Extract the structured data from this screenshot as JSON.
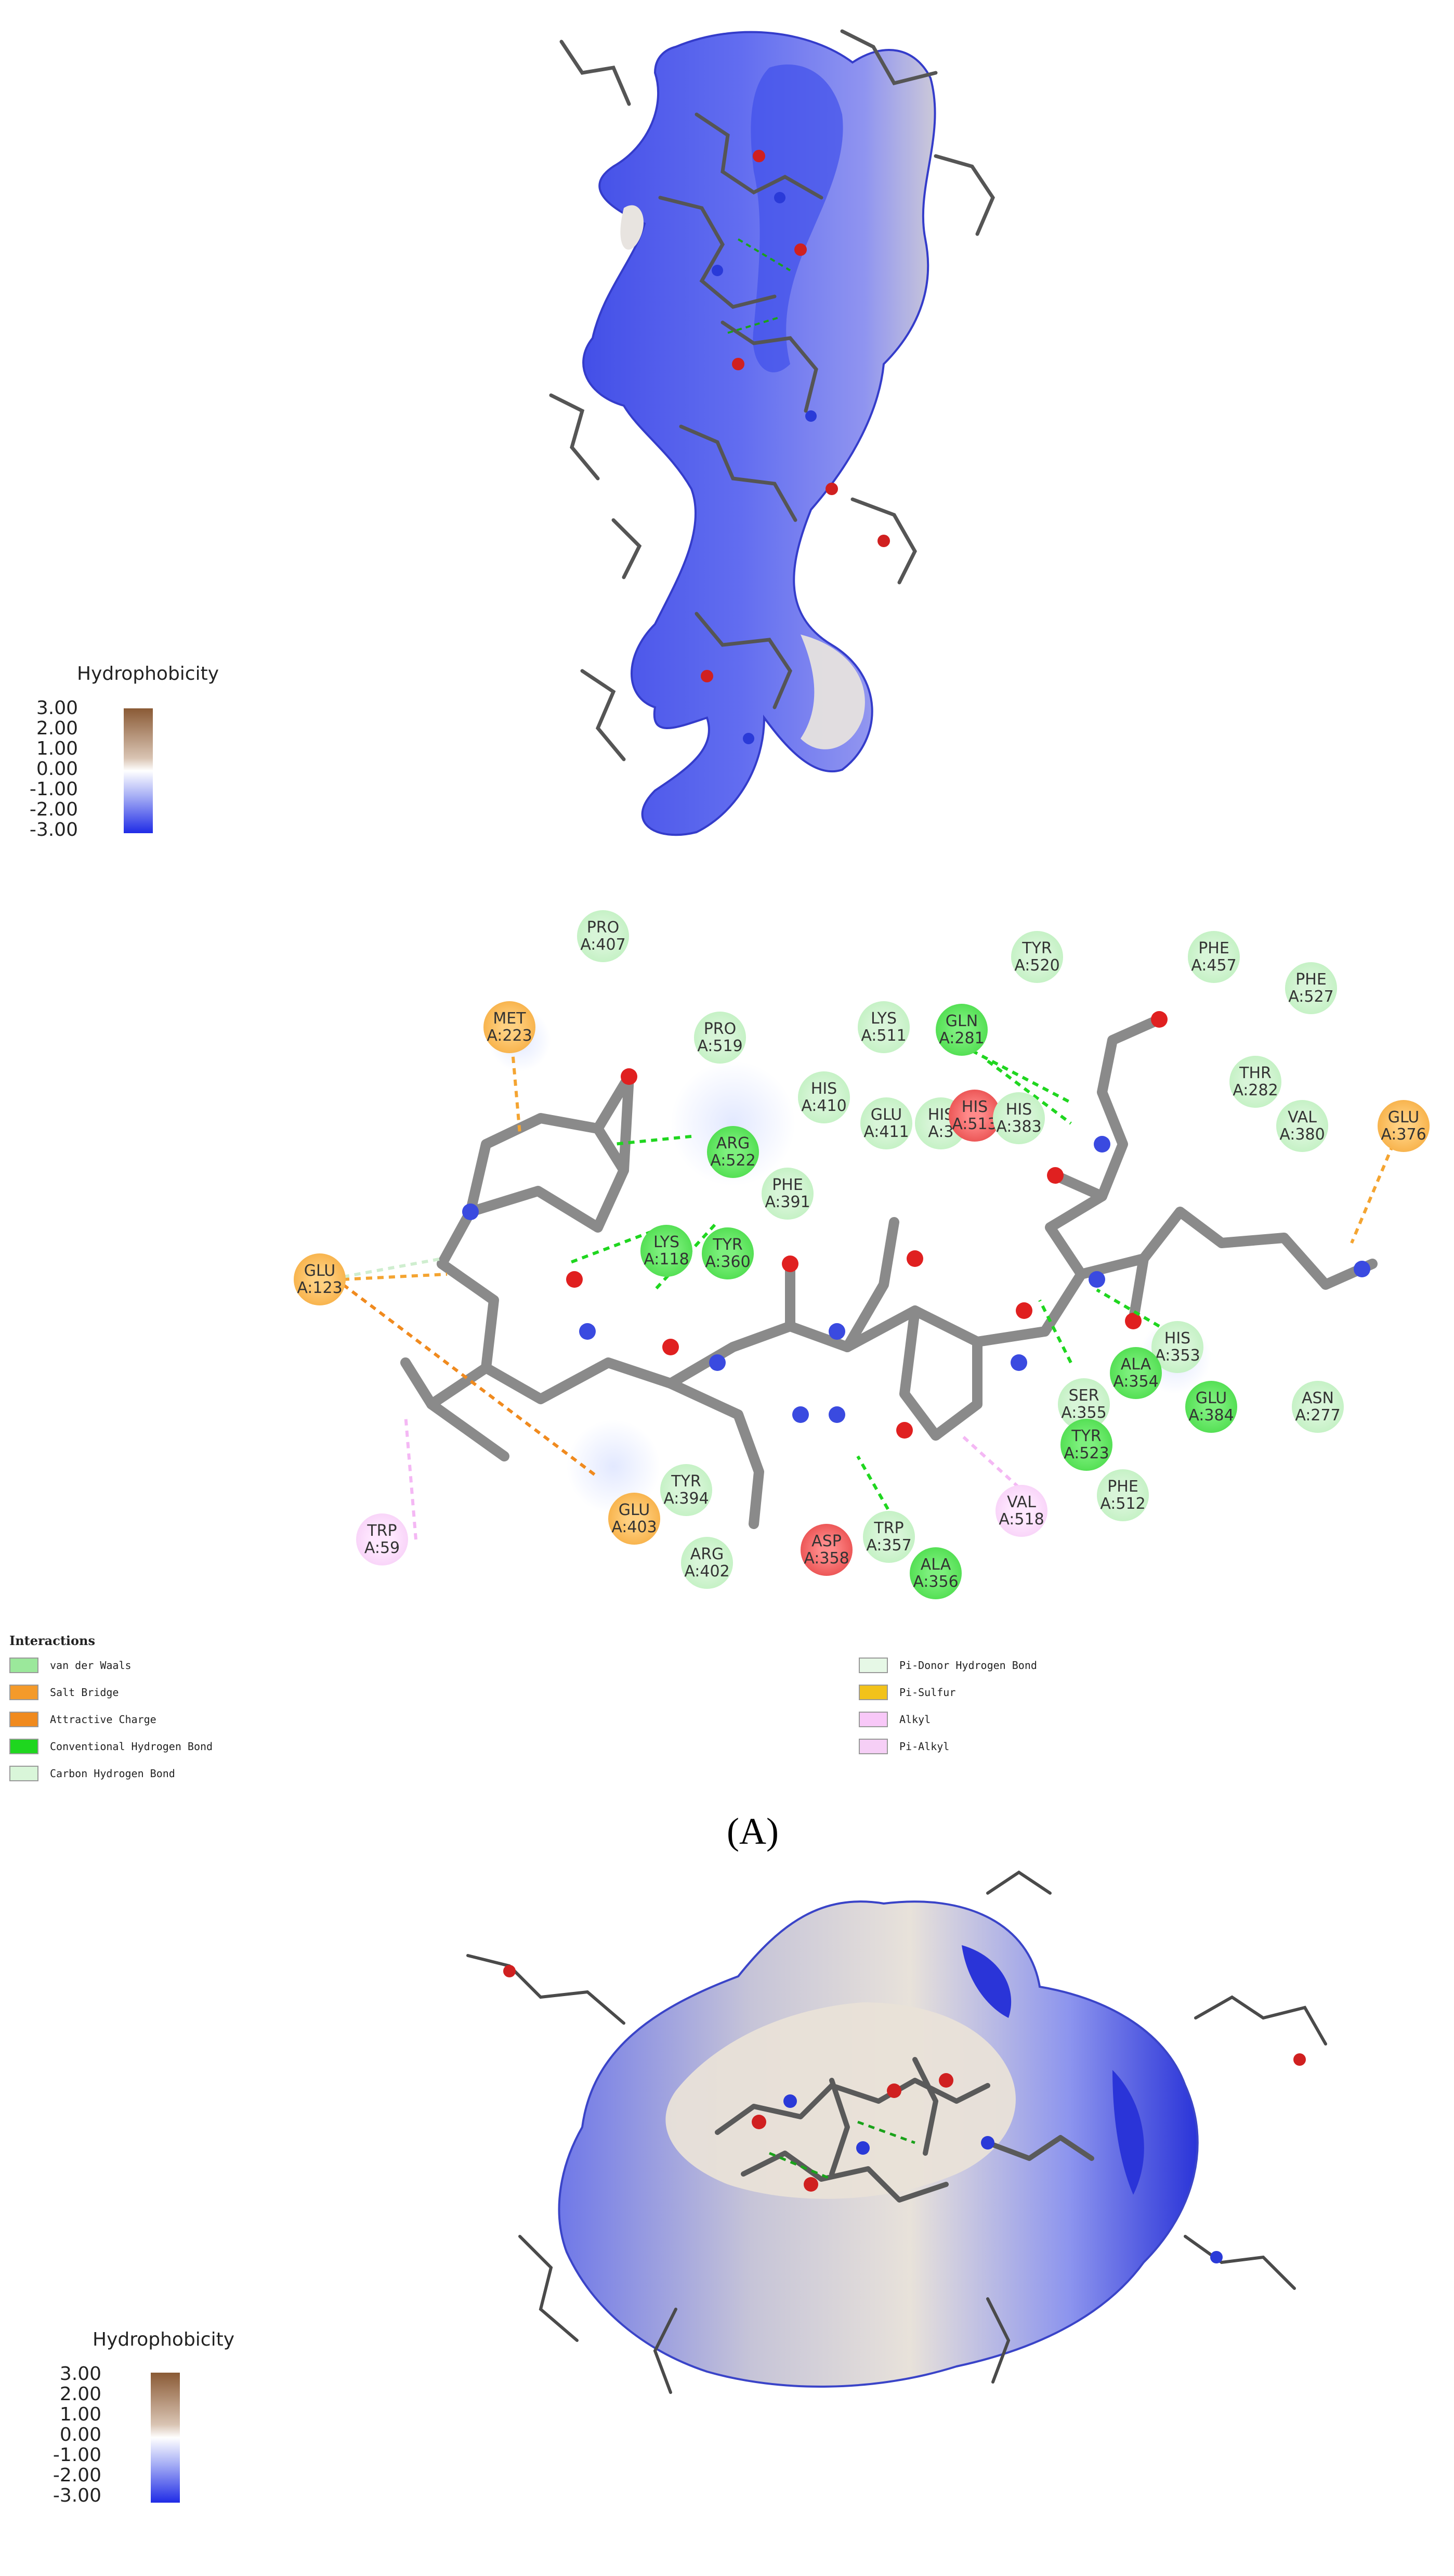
{
  "top_panel": {
    "legend": {
      "title": "Hydrophobicity",
      "ticks": [
        "3.00",
        "2.00",
        "1.00",
        "0.00",
        "-1.00",
        "-2.00",
        "-3.00"
      ]
    }
  },
  "interaction_diagram": {
    "residues": [
      {
        "name": "PRO",
        "id": "A:407",
        "kind": "vdw"
      },
      {
        "name": "TYR",
        "id": "A:520",
        "kind": "vdw"
      },
      {
        "name": "PHE",
        "id": "A:457",
        "kind": "vdw"
      },
      {
        "name": "PHE",
        "id": "A:527",
        "kind": "vdw"
      },
      {
        "name": "MET",
        "id": "A:223",
        "kind": "salt"
      },
      {
        "name": "PRO",
        "id": "A:519",
        "kind": "vdw"
      },
      {
        "name": "LYS",
        "id": "A:511",
        "kind": "vdw"
      },
      {
        "name": "GLN",
        "id": "A:281",
        "kind": "hb"
      },
      {
        "name": "THR",
        "id": "A:282",
        "kind": "vdw"
      },
      {
        "name": "VAL",
        "id": "A:380",
        "kind": "vdw"
      },
      {
        "name": "GLU",
        "id": "A:376",
        "kind": "salt"
      },
      {
        "name": "HIS",
        "id": "A:410",
        "kind": "vdw"
      },
      {
        "name": "GLU",
        "id": "A:411",
        "kind": "vdw"
      },
      {
        "name": "HIS",
        "id": "A:3",
        "kind": "vdw"
      },
      {
        "name": "HIS",
        "id": "A:513",
        "kind": "red"
      },
      {
        "name": "HIS",
        "id": "A:383",
        "kind": "vdw"
      },
      {
        "name": "ARG",
        "id": "A:522",
        "kind": "hb"
      },
      {
        "name": "PHE",
        "id": "A:391",
        "kind": "vdw"
      },
      {
        "name": "LYS",
        "id": "A:118",
        "kind": "hb"
      },
      {
        "name": "TYR",
        "id": "A:360",
        "kind": "hb"
      },
      {
        "name": "GLU",
        "id": "A:123",
        "kind": "salt"
      },
      {
        "name": "HIS",
        "id": "A:353",
        "kind": "vdw"
      },
      {
        "name": "ALA",
        "id": "A:354",
        "kind": "hb"
      },
      {
        "name": "SER",
        "id": "A:355",
        "kind": "vdw"
      },
      {
        "name": "TYR",
        "id": "A:523",
        "kind": "hb"
      },
      {
        "name": "GLU",
        "id": "A:384",
        "kind": "hb"
      },
      {
        "name": "ASN",
        "id": "A:277",
        "kind": "vdw"
      },
      {
        "name": "TYR",
        "id": "A:394",
        "kind": "vdw"
      },
      {
        "name": "GLU",
        "id": "A:403",
        "kind": "salt"
      },
      {
        "name": "PHE",
        "id": "A:512",
        "kind": "vdw"
      },
      {
        "name": "VAL",
        "id": "A:518",
        "kind": "alkyl"
      },
      {
        "name": "TRP",
        "id": "A:59",
        "kind": "alkyl"
      },
      {
        "name": "ARG",
        "id": "A:402",
        "kind": "vdw"
      },
      {
        "name": "TRP",
        "id": "A:357",
        "kind": "vdw"
      },
      {
        "name": "ASP",
        "id": "A:358",
        "kind": "red"
      },
      {
        "name": "ALA",
        "id": "A:356",
        "kind": "hb"
      }
    ],
    "interactions_title": "Interactions",
    "interactions_left": [
      {
        "label": "van der Waals",
        "color": "#9be89b"
      },
      {
        "label": "Salt Bridge",
        "color": "#f49a2a"
      },
      {
        "label": "Attractive Charge",
        "color": "#f08a1e"
      },
      {
        "label": "Conventional Hydrogen Bond",
        "color": "#1fd61f"
      },
      {
        "label": "Carbon Hydrogen Bond",
        "color": "#d9f6d9"
      }
    ],
    "interactions_right": [
      {
        "label": "Pi-Donor Hydrogen Bond",
        "color": "#e6f8e6"
      },
      {
        "label": "Pi-Sulfur",
        "color": "#f2c21a"
      },
      {
        "label": "Alkyl",
        "color": "#f8c8f8"
      },
      {
        "label": "Pi-Alkyl",
        "color": "#f6cff6"
      }
    ]
  },
  "panel_label": "(A)",
  "bottom_panel": {
    "legend": {
      "title": "Hydrophobicity",
      "ticks": [
        "3.00",
        "2.00",
        "1.00",
        "0.00",
        "-1.00",
        "-2.00",
        "-3.00"
      ]
    }
  }
}
